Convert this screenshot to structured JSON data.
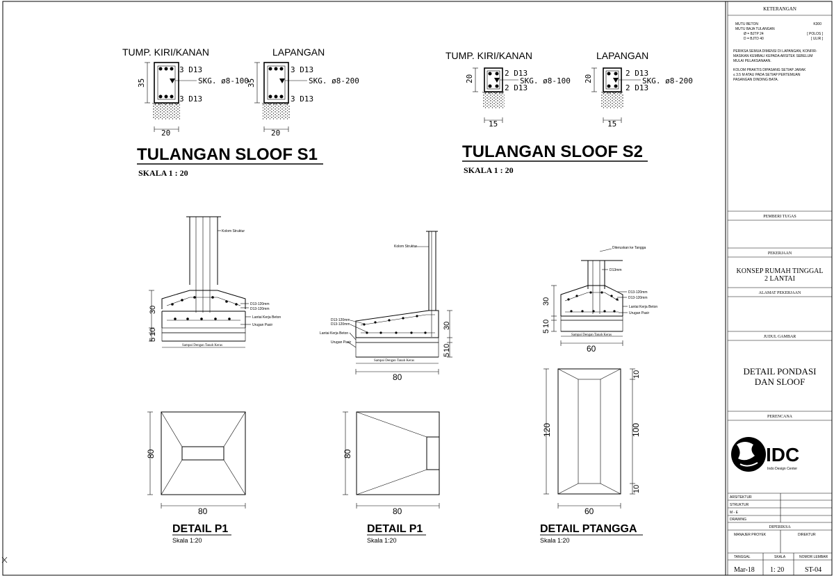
{
  "sloof_s1": {
    "title": "TULANGAN SLOOF S1",
    "scale": "SKALA   1 : 20",
    "tump": {
      "label": "TUMP. KIRI/KANAN",
      "top": "3 D13",
      "stirrup": "SKG. ø8-100",
      "bottom": "3 D13",
      "height": "35",
      "width": "20"
    },
    "lap": {
      "label": "LAPANGAN",
      "top": "3 D13",
      "stirrup": "SKG. ø8-200",
      "bottom": "3 D13",
      "height": "35",
      "width": "20"
    }
  },
  "sloof_s2": {
    "title": "TULANGAN SLOOF S2",
    "scale": "SKALA   1 : 20",
    "tump": {
      "label": "TUMP. KIRI/KANAN",
      "top": "2 D13",
      "stirrup": "SKG. ø8-100",
      "bottom": "2 D13",
      "height": "20",
      "width": "15"
    },
    "lap": {
      "label": "LAPANGAN",
      "top": "2 D13",
      "stirrup": "SKG. ø8-200",
      "bottom": "2 D13",
      "height": "20",
      "width": "15"
    }
  },
  "detail_p1_a": {
    "kolom": "Kolom Struktur",
    "d13a": "D13-120mm",
    "d13b": "D13-120mm",
    "lantai": "Lantai Kerja Beton",
    "urugan": "Urugan Pasir",
    "tanah": "Sampai Dengan Tanah Keras",
    "h30": "30",
    "h10a": "10",
    "h5": "5",
    "plan_w": "80",
    "plan_h": "80",
    "title": "DETAIL P1",
    "scale": "Skala 1:20"
  },
  "detail_p1_b": {
    "kolom": "Kolom Struktur",
    "d13a": "D13-120mm",
    "d13b": "D13-120mm",
    "lantai": "Lantai Kerja Beton",
    "urugan": "Urugan Pasir",
    "tanah": "Sampai Dengan Tanah Keras",
    "h30": "30",
    "h10": "10",
    "h5": "5",
    "sec_w": "80",
    "plan_w": "80",
    "plan_h": "80",
    "title": "DETAIL P1",
    "scale": "Skala 1:20"
  },
  "detail_ptangga": {
    "dest": "Diteruskan ke Tangga",
    "d13mm": "D13mm",
    "d13a": "D13-120mm",
    "d13b": "D13-120mm",
    "lantai": "Lantai Kerja Beton",
    "urugan": "Urugan Pasir",
    "tanah": "Sampai Dengan Tanah Keras",
    "h30": "30",
    "h10": "10",
    "h5": "5",
    "sec_w": "60",
    "plan_w": "60",
    "plan_h": "120",
    "inner_h": "100",
    "edge_top": "10",
    "edge_bot": "10",
    "title": "DETAIL PTANGGA",
    "scale": "Skala 1:20"
  },
  "panel": {
    "keterangan_title": "KETERANGAN",
    "mutu_beton_label": "MUTU BETON",
    "mutu_beton_value": "K300",
    "mutu_baja_label": "MUTU BAJA TULANGAN",
    "baja_polos": "Ø = BJTP 24",
    "baja_polos_tag": "[ POLOS ]",
    "baja_ulir": "D = BJTD 40",
    "baja_ulir_tag": "[ ULIR ]",
    "note1": "PERIKSA SEMUA DIMENSI DI LAPANGAN, KONFIR-",
    "note1b": "MASIKAN KEMBALI KEPADA ARSITEK SEBELUM",
    "note1c": "MULAI PELAKSANAAN.",
    "note2": "KOLOM PRAKTIS DIPASANG SETIAP JARAK",
    "note2b": "≤ 3.5 M ATAU PADA SETIAP PERTEMUAN",
    "note2c": "PASANGAN DINDING BATA.",
    "pemberi_tugas": "PEMBERI TUGAS",
    "pekerjaan": "PEKERJAAN",
    "pekerjaan_value_1": "KONSEP RUMAH TINGGAL",
    "pekerjaan_value_2": "2 LANTAI",
    "alamat": "ALAMAT PEKERJAAN",
    "judul": "JUDUL GAMBAR",
    "judul_value_1": "DETAIL PONDASI",
    "judul_value_2": "DAN SLOOF",
    "perencana": "PERENCANA",
    "logo_text": "IDC",
    "company": "Indo Design Center",
    "rows": [
      "ARSITEKTUR",
      "STRUKTUR",
      "M - E",
      "DRAWING"
    ],
    "diperiksa": "DIPERIKSA",
    "manajer": "MANAJER PROYEK",
    "direktur": "DIREKTUR",
    "tanggal_label": "TANGGAL",
    "skala_label": "SKALA",
    "nomor_label": "NOMOR LEMBAR",
    "tanggal": "Mar-18",
    "skala": "1: 20",
    "nomor": "ST-04"
  }
}
